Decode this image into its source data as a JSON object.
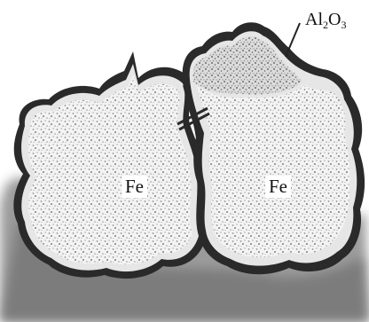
{
  "labels": {
    "grain_left": "Fe",
    "grain_right": "Fe",
    "scale_element": "Al",
    "scale_sub_1": "2",
    "scale_mid": "O",
    "scale_sub_2": "3"
  },
  "colors": {
    "background": "#ffffff",
    "substrate_shadow": "#8a8a8a",
    "scale_dark": "#2a2a2a",
    "scale_light": "#e6e6e6",
    "grain_fill": "#f2f2f2",
    "grain_speckle": "#9a9a9a",
    "text": "#111111"
  }
}
